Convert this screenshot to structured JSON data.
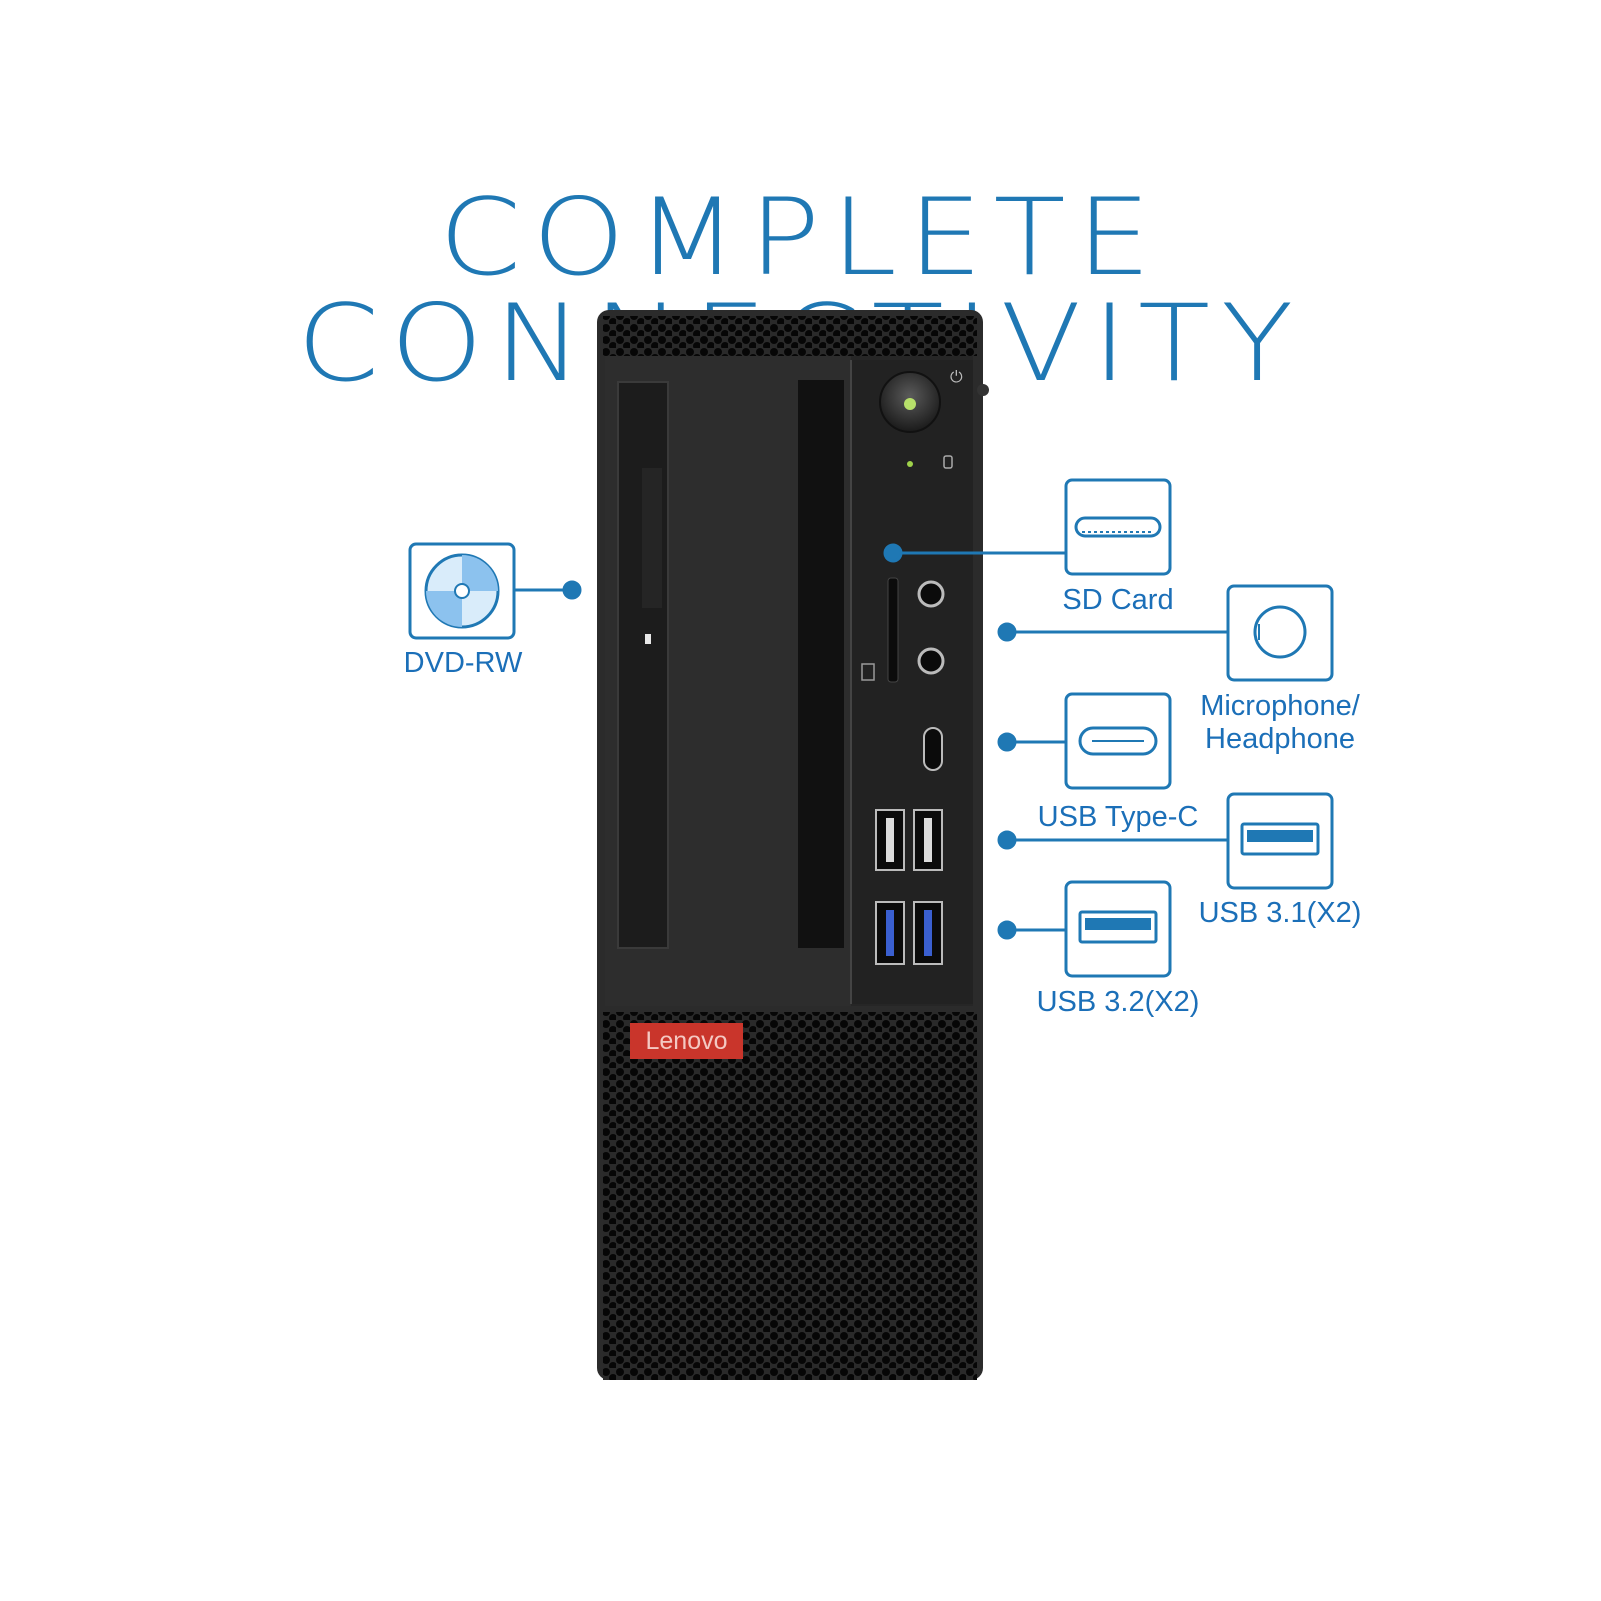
{
  "headline": "COMPLETE CONNECTIVITY",
  "brand_logo": "Lenovo",
  "accent_color": "#1f78b4",
  "callouts": [
    {
      "icon": "dvd-icon",
      "label": "DVD-RW"
    },
    {
      "icon": "sd-card-icon",
      "label": "SD Card"
    },
    {
      "icon": "audio-jack-icon",
      "label_line1": "Microphone/",
      "label_line2": "Headphone"
    },
    {
      "icon": "usb-type-c-icon",
      "label": "USB Type-C"
    },
    {
      "icon": "usb-a-icon",
      "label": "USB 3.1(X2)"
    },
    {
      "icon": "usb-a-icon",
      "label": "USB 3.2(X2)"
    }
  ]
}
